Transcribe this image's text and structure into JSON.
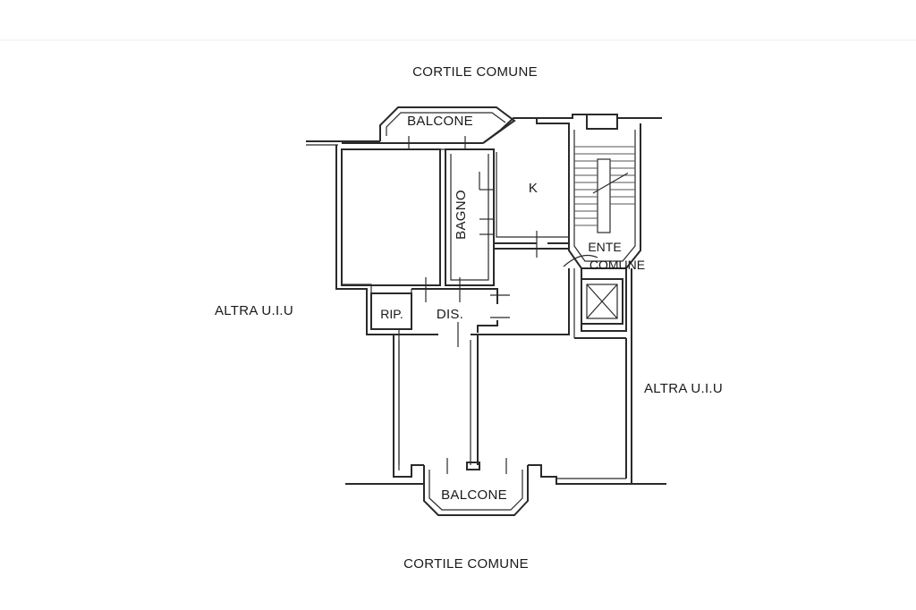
{
  "labels": {
    "courtyard_top": "CORTILE COMUNE",
    "courtyard_bottom": "CORTILE COMUNE",
    "balcony_top": "BALCONE",
    "balcony_bottom": "BALCONE",
    "bathroom": "BAGNO",
    "kitchen": "K",
    "stair_owner_line1": "ENTE",
    "stair_owner_line2": "COMUNE",
    "storage": "RIP.",
    "hallway": "DIS.",
    "other_unit_left": "ALTRA U.I.U",
    "other_unit_right": "ALTRA U.I.U"
  },
  "colors": {
    "wall": "#2a2a2a",
    "background": "#ffffff"
  }
}
